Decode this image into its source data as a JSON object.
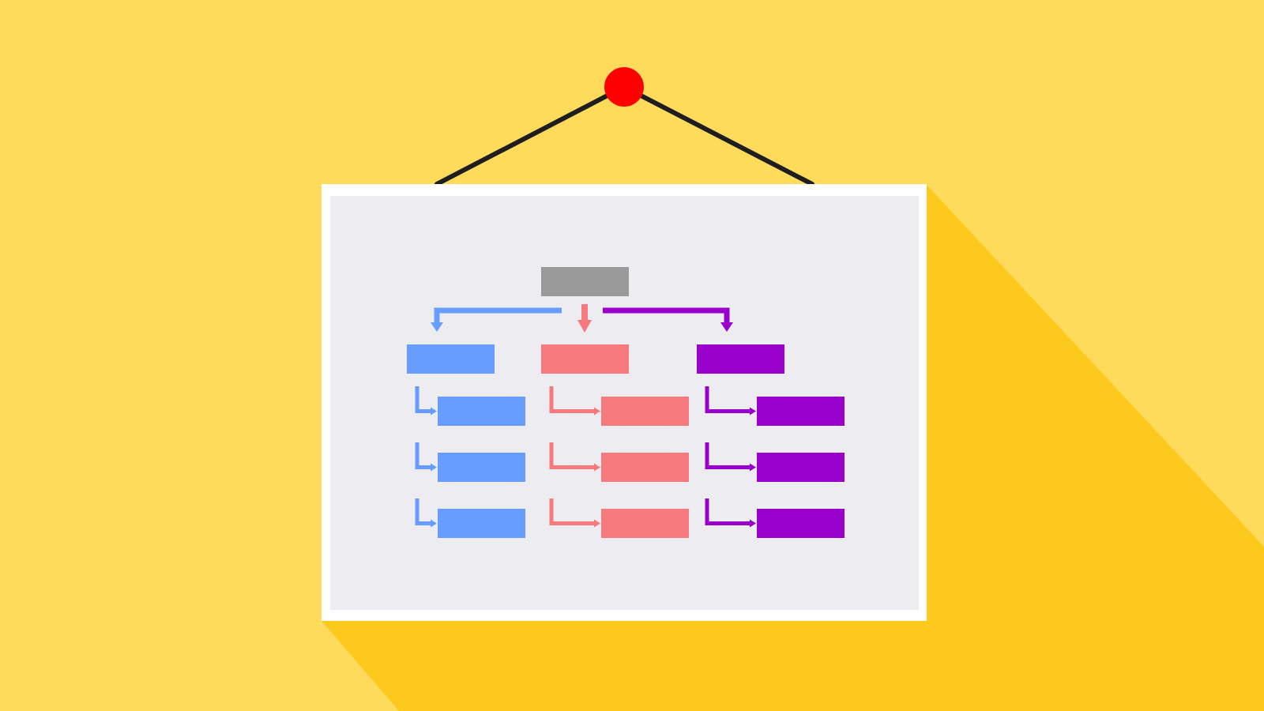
{
  "colors": {
    "background": "#FFDB5C",
    "shadow": "#FDC91C",
    "pin": "#FF0000",
    "string": "#1E1E1E",
    "frame": "#FFFFFF",
    "board": "#ECECF1",
    "root": "#9A9A9A",
    "branch_blue": "#669DFF",
    "branch_red": "#F67A7D",
    "branch_purple": "#9900CC"
  },
  "diagram": {
    "root": {
      "name": "root-box",
      "color_key": "root"
    },
    "branches": [
      {
        "id": "blue",
        "color_key": "branch_blue",
        "child_count": 3
      },
      {
        "id": "red",
        "color_key": "branch_red",
        "child_count": 3
      },
      {
        "id": "purple",
        "color_key": "branch_purple",
        "child_count": 3
      }
    ]
  }
}
